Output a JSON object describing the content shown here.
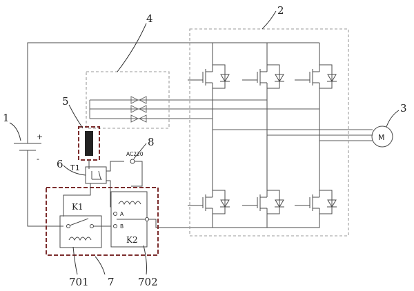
{
  "callouts": {
    "c1": "1",
    "c2": "2",
    "c3": "3",
    "c4": "4",
    "c5": "5",
    "c6": "6",
    "c7": "7",
    "c8": "8",
    "c701": "701",
    "c702": "702"
  },
  "battery": {
    "plus": "+",
    "minus": "-"
  },
  "motor": {
    "label": "M"
  },
  "switch_t1": {
    "label": "T1"
  },
  "relay_k1": {
    "label": "K1"
  },
  "relay_k2": {
    "label": "K2",
    "contact_a": "A",
    "contact_b": "B"
  },
  "power_source": {
    "label": "AC220"
  }
}
